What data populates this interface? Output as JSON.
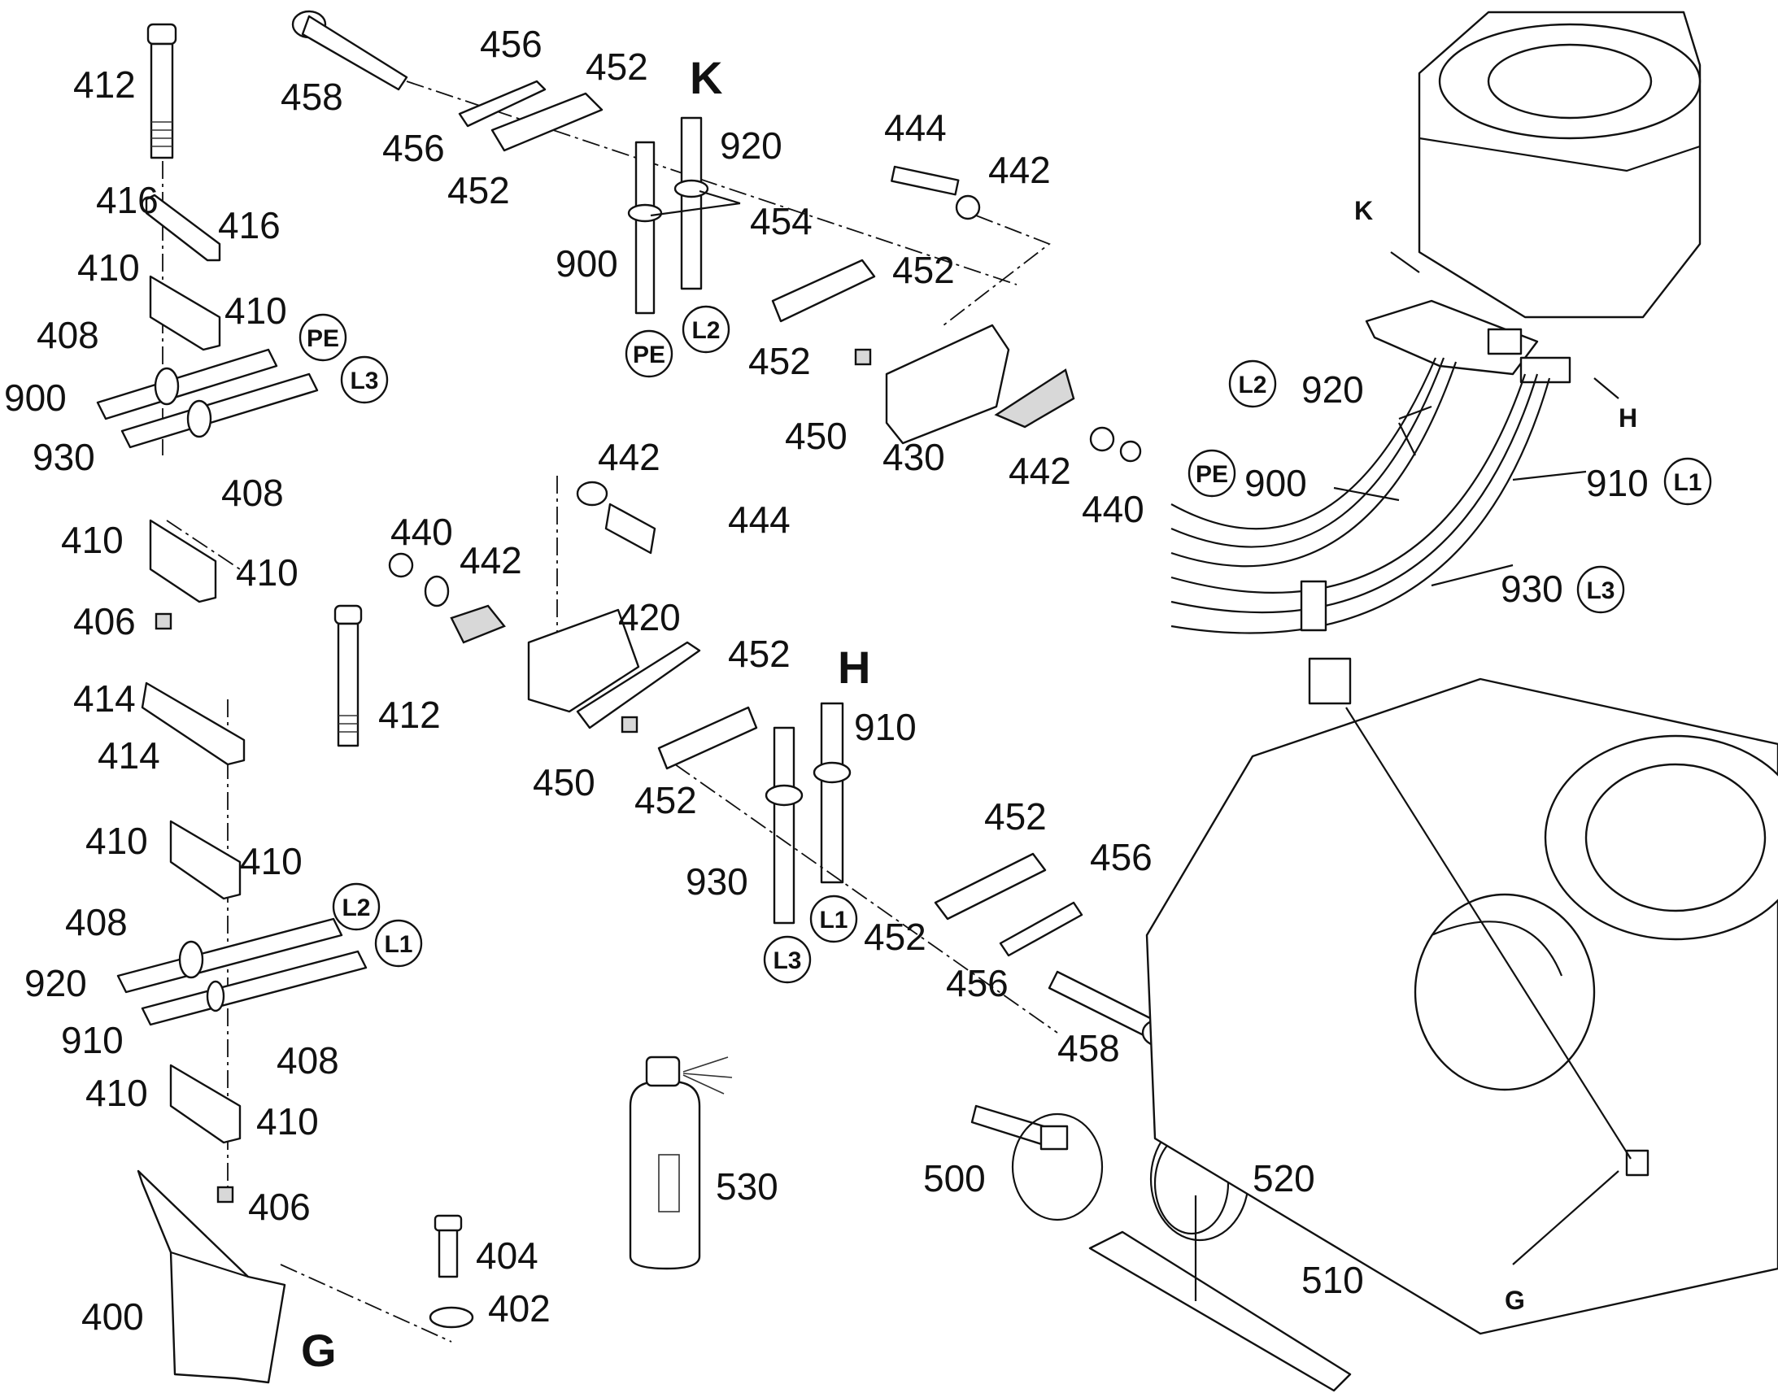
{
  "labels": {
    "n412a": "412",
    "n416a": "416",
    "n416b": "416",
    "n410a": "410",
    "n410b": "410",
    "n408a": "408",
    "n900a": "900",
    "n930a": "930",
    "n408b": "408",
    "n410c": "410",
    "n410d": "410",
    "n406a": "406",
    "n414a": "414",
    "n414b": "414",
    "n410e": "410",
    "n410f": "410",
    "n408c": "408",
    "n920a": "920",
    "n910a": "910",
    "n408d": "408",
    "n410g": "410",
    "n410h": "410",
    "n406b": "406",
    "n400": "400",
    "n404": "404",
    "n402": "402",
    "n412b": "412",
    "n458a": "458",
    "n456a": "456",
    "n456b": "456",
    "n452a": "452",
    "n452b": "452",
    "n920b": "920",
    "n454": "454",
    "n900b": "900",
    "n452c": "452",
    "n452d": "452",
    "n450a": "450",
    "n430": "430",
    "n444a": "444",
    "n442a": "442",
    "n442b": "442",
    "n440a": "440",
    "n442c": "442",
    "n444b": "444",
    "n440b": "440",
    "n442d": "442",
    "n420": "420",
    "n452e": "452",
    "n450b": "450",
    "n452f": "452",
    "n910b": "910",
    "n930b": "930",
    "n452g": "452",
    "n456c": "456",
    "n452h": "452",
    "n456d": "456",
    "n458b": "458",
    "n530": "530",
    "n500": "500",
    "n520": "520",
    "n510": "510",
    "n920c": "920",
    "n900c": "900",
    "n910c": "910",
    "n930c": "930"
  },
  "section_letters": {
    "k_main": "K",
    "h_main": "H",
    "g_main": "G",
    "k_ref": "K",
    "h_ref": "H",
    "g_ref": "G"
  },
  "circle_tags": {
    "pe1": "PE",
    "l3a": "L3",
    "pe2": "PE",
    "l2a": "L2",
    "l2b": "L2",
    "l1a": "L1",
    "l1b": "L1",
    "l3b": "L3",
    "l2c": "L2",
    "pe3": "PE",
    "l1c": "L1",
    "l3c": "L3"
  }
}
